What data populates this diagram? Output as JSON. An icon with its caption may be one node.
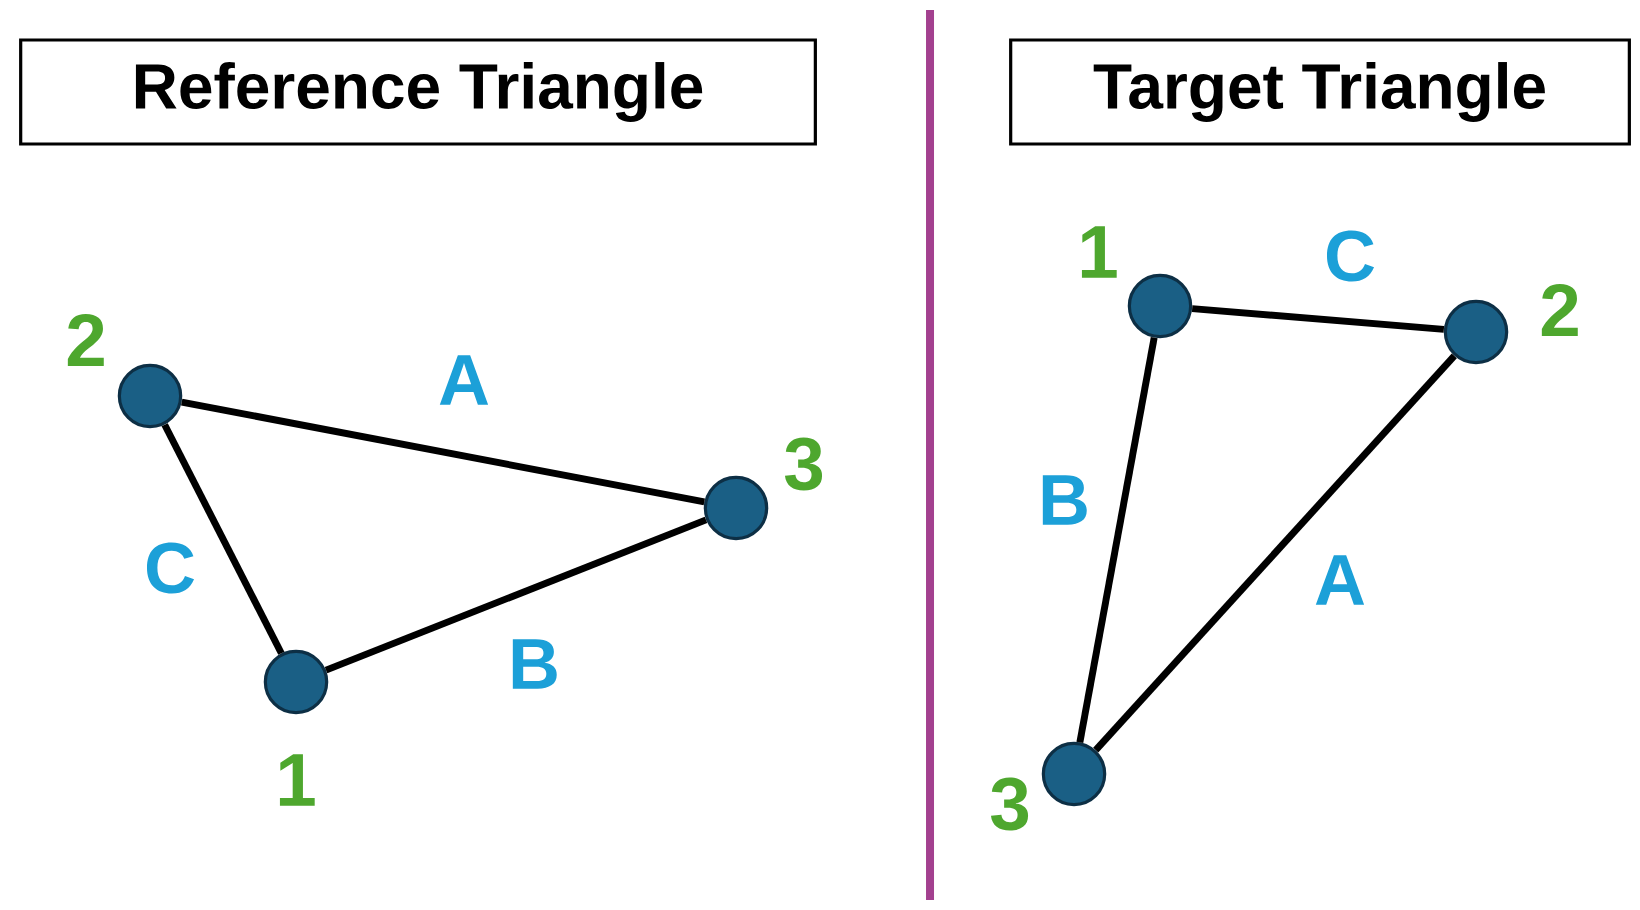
{
  "diagram": {
    "nodes": [
      {
        "text": [
          "Reference Triangle"
        ]
      },
      {
        "text": [
          "Target Triangle"
        ]
      },
      {
        "text": [],
        "shape": "circle",
        "beside": [
          "2"
        ]
      },
      {
        "text": [],
        "shape": "circle",
        "beside": [
          "1"
        ]
      },
      {
        "text": [],
        "shape": "circle",
        "beside": [
          "3"
        ]
      },
      {
        "text": [],
        "shape": "circle",
        "beside": [
          "3"
        ]
      },
      {
        "text": [],
        "shape": "circle",
        "beside": [
          "1"
        ]
      },
      {
        "text": [],
        "shape": "circle",
        "beside": [
          "2"
        ]
      }
    ],
    "edges": [
      {
        "from": 2,
        "to": 4,
        "arrow": "none",
        "label": "A"
      },
      {
        "from": 4,
        "to": 3,
        "arrow": "none",
        "label": "B"
      },
      {
        "from": 3,
        "to": 2,
        "arrow": "none",
        "label": "C"
      },
      {
        "from": 6,
        "to": 7,
        "arrow": "none",
        "label": "C"
      },
      {
        "from": 6,
        "to": 5,
        "arrow": "none",
        "label": "B"
      },
      {
        "from": 7,
        "to": 5,
        "arrow": "none",
        "label": "A"
      }
    ]
  }
}
